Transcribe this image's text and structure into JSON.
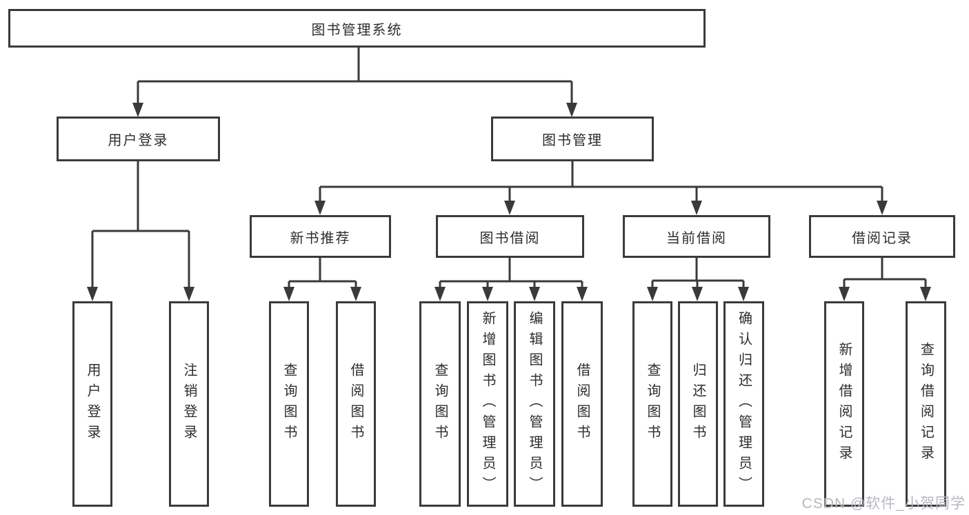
{
  "colors": {
    "line": "#3a3a3a",
    "ink": "#2d2d2d",
    "bg": "#ffffff",
    "watermark": "#b5b8bf"
  },
  "watermark": {
    "text": "CSDN @软件_小贺同学"
  },
  "tree": {
    "root": {
      "label": "图书管理系统"
    },
    "branches": [
      {
        "label": "用户登录",
        "children": [
          {
            "label": "用户登录"
          },
          {
            "label": "注销登录"
          }
        ]
      },
      {
        "label": "图书管理",
        "children": [
          {
            "label": "新书推荐",
            "children": [
              {
                "label": "查询图书"
              },
              {
                "label": "借阅图书"
              }
            ]
          },
          {
            "label": "图书借阅",
            "children": [
              {
                "label": "查询图书"
              },
              {
                "label": "新增图书（管理员）"
              },
              {
                "label": "编辑图书（管理员）"
              },
              {
                "label": "借阅图书"
              }
            ]
          },
          {
            "label": "当前借阅",
            "children": [
              {
                "label": "查询图书"
              },
              {
                "label": "归还图书"
              },
              {
                "label": "确认归还（管理员）"
              }
            ]
          },
          {
            "label": "借阅记录",
            "children": [
              {
                "label": "新增借阅记录"
              },
              {
                "label": "查询借阅记录"
              }
            ]
          }
        ]
      }
    ]
  }
}
